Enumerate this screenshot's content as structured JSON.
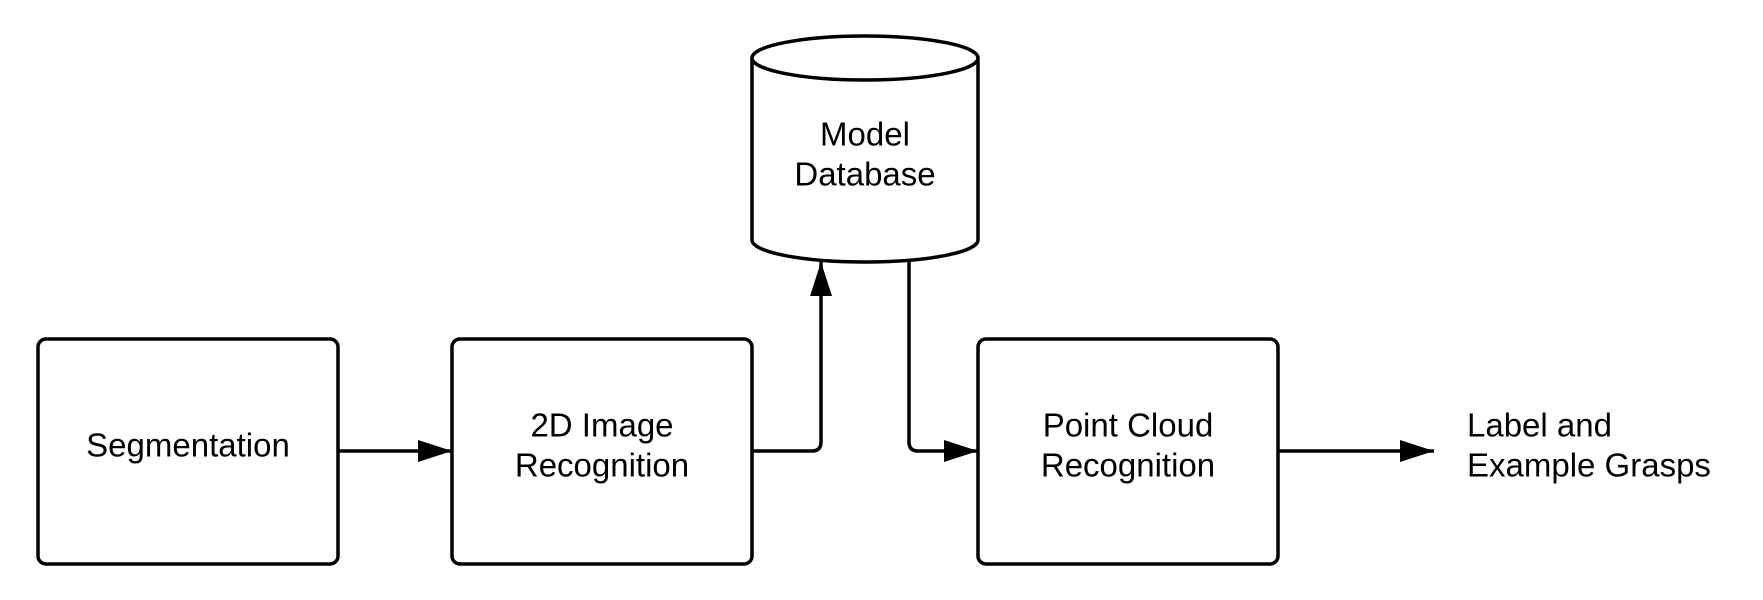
{
  "diagram": {
    "nodes": {
      "segmentation": {
        "lines": [
          "Segmentation"
        ]
      },
      "image_recognition": {
        "lines": [
          "2D Image",
          "Recognition"
        ]
      },
      "model_database": {
        "lines": [
          "Model",
          "Database"
        ]
      },
      "point_cloud_recognition": {
        "lines": [
          "Point Cloud",
          "Recognition"
        ]
      },
      "output": {
        "lines": [
          "Label and",
          "Example Grasps"
        ]
      }
    },
    "colors": {
      "stroke": "#000000",
      "fill": "#ffffff"
    }
  }
}
